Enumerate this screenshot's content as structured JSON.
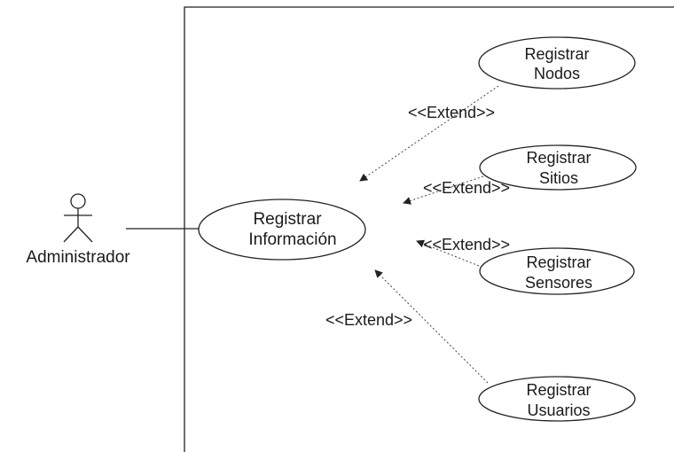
{
  "actor": {
    "name": "Administrador",
    "icon": "stick-figure-icon"
  },
  "main_use_case": {
    "line1": "Registrar",
    "line2": "Información"
  },
  "extensions": [
    {
      "line1": "Registrar",
      "line2": "Nodos",
      "stereotype": "<<Extend>>"
    },
    {
      "line1": "Registrar",
      "line2": "Sitios",
      "stereotype": "<<Extend>>"
    },
    {
      "line1": "Registrar",
      "line2": "Sensores",
      "stereotype": "<<Extend>>"
    },
    {
      "line1": "Registrar",
      "line2": "Usuarios",
      "stereotype": "<<Extend>>"
    }
  ]
}
